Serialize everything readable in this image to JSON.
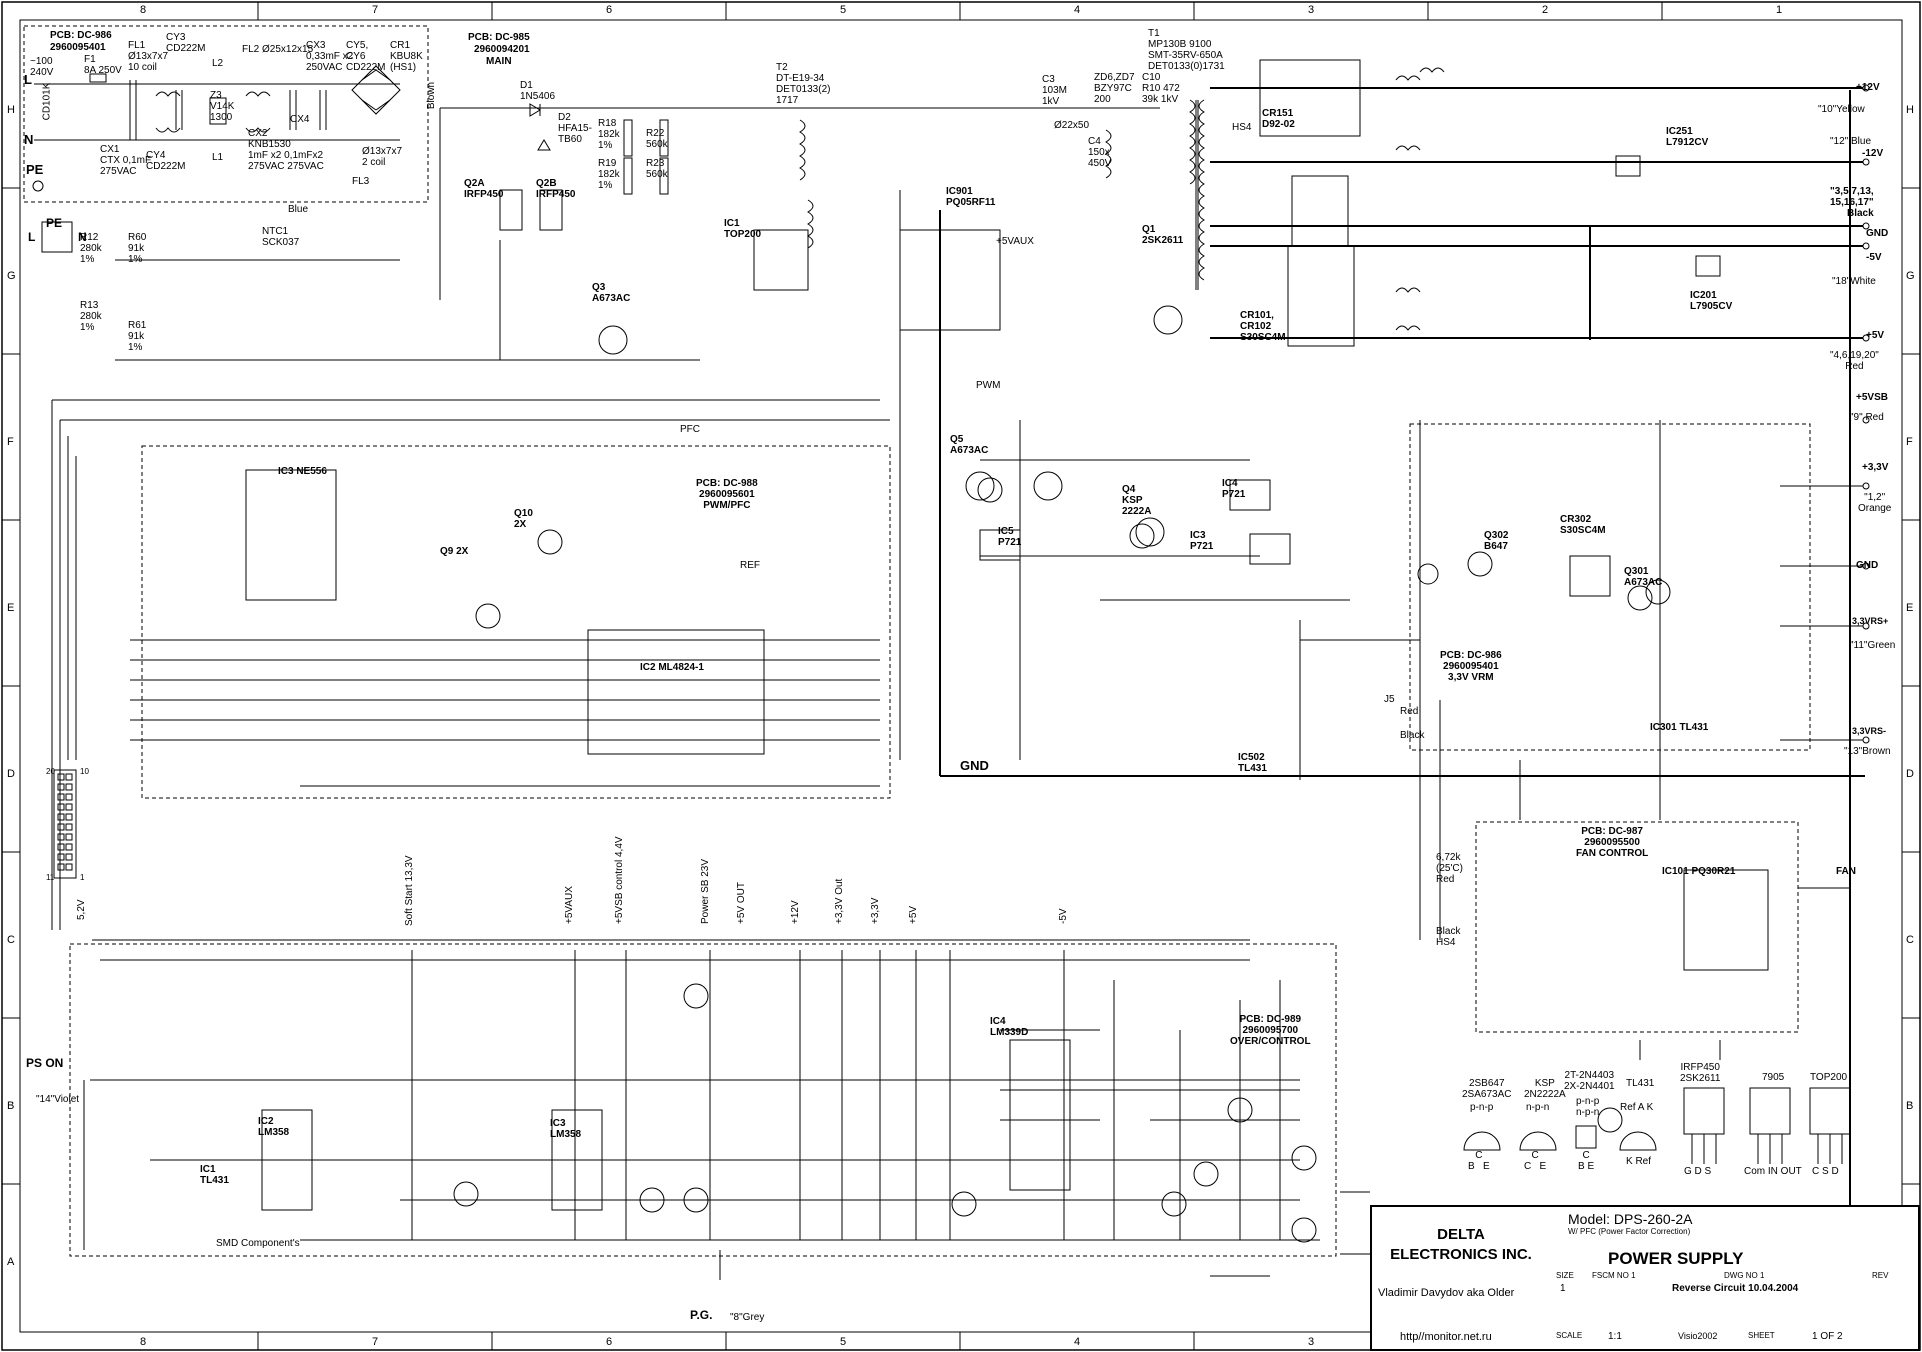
{
  "frame": {
    "col_numbers": [
      "8",
      "7",
      "6",
      "5",
      "4",
      "3",
      "2",
      "1"
    ],
    "row_letters": [
      "H",
      "G",
      "F",
      "E",
      "D",
      "C",
      "B",
      "A"
    ]
  },
  "input_filter": {
    "pcb": "PCB: DC-986",
    "pcb_no": "2960095401",
    "mains": "~100\n240V",
    "f1": "F1\n8A 250V",
    "fl1": "FL1\nØ13x7x7\n10 coil",
    "cy3": "CY3\nCD222M",
    "fl2": "FL2 Ø25x12x15",
    "cx3": "CX3\n0,33mF x2\n250VAC",
    "cy56": "CY5,\nCY6\nCD222M",
    "cr1": "CR1\nKBU8K\n(HS1)",
    "cd101k": "CD101K",
    "cx1": "CX1\nCTX 0,1mF\n275VAC",
    "cy4": "CY4\nCD222M",
    "z3": "Z3\nV14K\n1300",
    "cx2": "CX2\nKNB1530\n1mF x2 0,1mFx2\n275VAC 275VAC",
    "cx4": "CX4",
    "coil": "Ø13x7x7\n2 coil",
    "fl3": "FL3",
    "blown": "Blown",
    "blue": "Blue",
    "pe": "PE",
    "l": "L",
    "n": "N",
    "l1": "L1",
    "l2": "L2"
  },
  "main_pcb": {
    "pcb": "PCB: DC-985",
    "pcb_no": "2960094201",
    "name": "MAIN"
  },
  "labels": {
    "d1": "D1\n1N5406",
    "d2": "D2\nHFA15-\nTB60",
    "q2a": "Q2A\nIRFP450",
    "q2b": "Q2B\nIRFP450",
    "t2": "T2\nDT-E19-34\nDET0133(2)\n1717",
    "r18": "R18\n182k\n1%",
    "r19": "R19\n182k\n1%",
    "r22": "R22\n560k",
    "r23": "R23\n560k",
    "c3": "C3\n103M\n1kV",
    "zd67": "ZD6,ZD7\nBZY97C\n200",
    "c10": "C10\nR10 472\n39k 1kV",
    "t1": "T1\nMP130B 9100\nSMT-35RV-650A\nDET0133(0)1731",
    "c4": "C4\n150x\n450V",
    "c4b": "Ø22x50",
    "ic1": "IC1\nTOP200",
    "ic901": "IC901\nPQ05RF11",
    "vaux": "+5VAUX",
    "q1": "Q1\n2SK2611",
    "q3": "Q3\nA673AC",
    "ntc1": "NTC1\nSCK037",
    "r12": "R12\n280k\n1%",
    "r13": "R13\n280k\n1%",
    "r60": "R60\n91k\n1%",
    "r61": "R61\n91k\n1%",
    "pwm": "PWM",
    "pfc": "PFC",
    "ref": "REF",
    "gnd_bus": "GND",
    "ic3": "IC3 NE556",
    "ic2": "IC2   ML4824-1",
    "pcb988": "PCB: DC-988\n2960095601\nPWM/PFC",
    "q10": "Q10\n2X",
    "q9": "Q9 2X",
    "q5": "Q5\nA673AC",
    "q4": "Q4\nKSP\n2222A",
    "ic5": "IC5\nP721",
    "ic4": "IC4\nP721",
    "ic3b": "IC3\nP721",
    "ic502": "IC502\nTL431",
    "cr151": "CR151\nD92-02",
    "hs4": "HS4",
    "cr101": "CR101,\nCR102\nS30SC4M",
    "ic251": "IC251\nL7912CV",
    "ic201": "IC201\nL7905CV",
    "pcb986b": "PCB: DC-986\n2960095401\n3,3V VRM",
    "q302": "Q302\nB647",
    "q301": "Q301\nA673AC",
    "cr302": "CR302\nS30SC4M",
    "ic301": "IC301 TL431",
    "j5": "J5",
    "red": "Red",
    "black": "Black",
    "pcb987": "PCB: DC-987\n2960095500\nFAN CONTROL",
    "ic101": "IC101 PQ30R21",
    "fan": "FAN",
    "thermistor": "6,72k\n(25'C)\nRed",
    "hs4b": "Black\nHS4",
    "pcb989": "PCB: DC-989\n2960095700\nOVER/CONTROL",
    "ic4b": "IC4\nLM339D",
    "ic2b": "IC2\nLM358",
    "ic3c": "IC3\nLM358",
    "ic1b": "IC1\nTL431",
    "ps_on": "PS ON",
    "violet": "\"14\"Violet",
    "pg": "P.G.",
    "grey": "\"8\"Grey",
    "smd": "SMD Component's"
  },
  "outputs": [
    {
      "v": "+12V",
      "wire": "\"10\"Yellow"
    },
    {
      "v": "-12V",
      "wire": "\"12\" Blue"
    },
    {
      "v": "GND",
      "wire": "\"3,5,7,13,\n15,16,17\"\nBlack"
    },
    {
      "v": "-5V",
      "wire": "\"18\"White"
    },
    {
      "v": "+5V",
      "wire": "\"4,6,19,20\"\nRed"
    },
    {
      "v": "+5VSB",
      "wire": "\"9\" Red"
    },
    {
      "v": "+3,3V",
      "wire": "\"1,2\"\nOrange"
    },
    {
      "v": "GND",
      "wire": ""
    },
    {
      "v": "3,3VRS+",
      "wire": "\"11\"Green"
    },
    {
      "v": "3,3VRS-",
      "wire": "\"13\"Brown"
    }
  ],
  "bottom_signals": [
    "5,2V",
    "Soft Start 13,3V",
    "+5VAUX",
    "+5VSB control 4,4V",
    "Power SB 23V",
    "+5V OUT",
    "+12V",
    "+3,3V Out",
    "+3,3V",
    "+5V",
    "-5V"
  ],
  "packages": [
    {
      "name": "2SB647\n2SA673AC",
      "pins": "p-n-p",
      "leg": "C\nB   E"
    },
    {
      "name": "KSP\n2N2222A",
      "pins": "n-p-n",
      "leg": "C\nC   E"
    },
    {
      "name": "2T-2N4403\n2X-2N4401",
      "pins": "p-n-p\nn-p-n",
      "leg": "C\nB E"
    },
    {
      "name": "TL431",
      "pins": "Ref A K",
      "leg": "K   Ref"
    },
    {
      "name": "IRFP450\n2SK2611",
      "pins": "",
      "leg": "G D S"
    },
    {
      "name": "7905",
      "pins": "",
      "leg": "Com IN OUT"
    },
    {
      "name": "TOP200",
      "pins": "",
      "leg": "C S D"
    }
  ],
  "title_block": {
    "company": "DELTA\nELECTRONICS INC.",
    "model": "Model: DPS-260-2A",
    "model_sub": "W/ PFC (Power Factor Correction)",
    "name": "POWER SUPPLY",
    "author": "Vladimir Davydov aka Older",
    "url": "http//monitor.net.ru",
    "size_label": "SIZE",
    "size": "1",
    "fscm_label": "FSCM NO 1",
    "dwg_label": "DWG NO 1",
    "dwg": "Reverse Circuit 10.04.2004",
    "rev_label": "REV",
    "scale_label": "SCALE",
    "scale": "1:1",
    "tool": "Visio2002",
    "sheet_label": "SHEET",
    "sheet": "1 OF 2"
  },
  "connector_pins": [
    "20",
    "10",
    "1",
    "11"
  ],
  "colors": {
    "ink": "#000000",
    "paper": "#ffffff"
  }
}
